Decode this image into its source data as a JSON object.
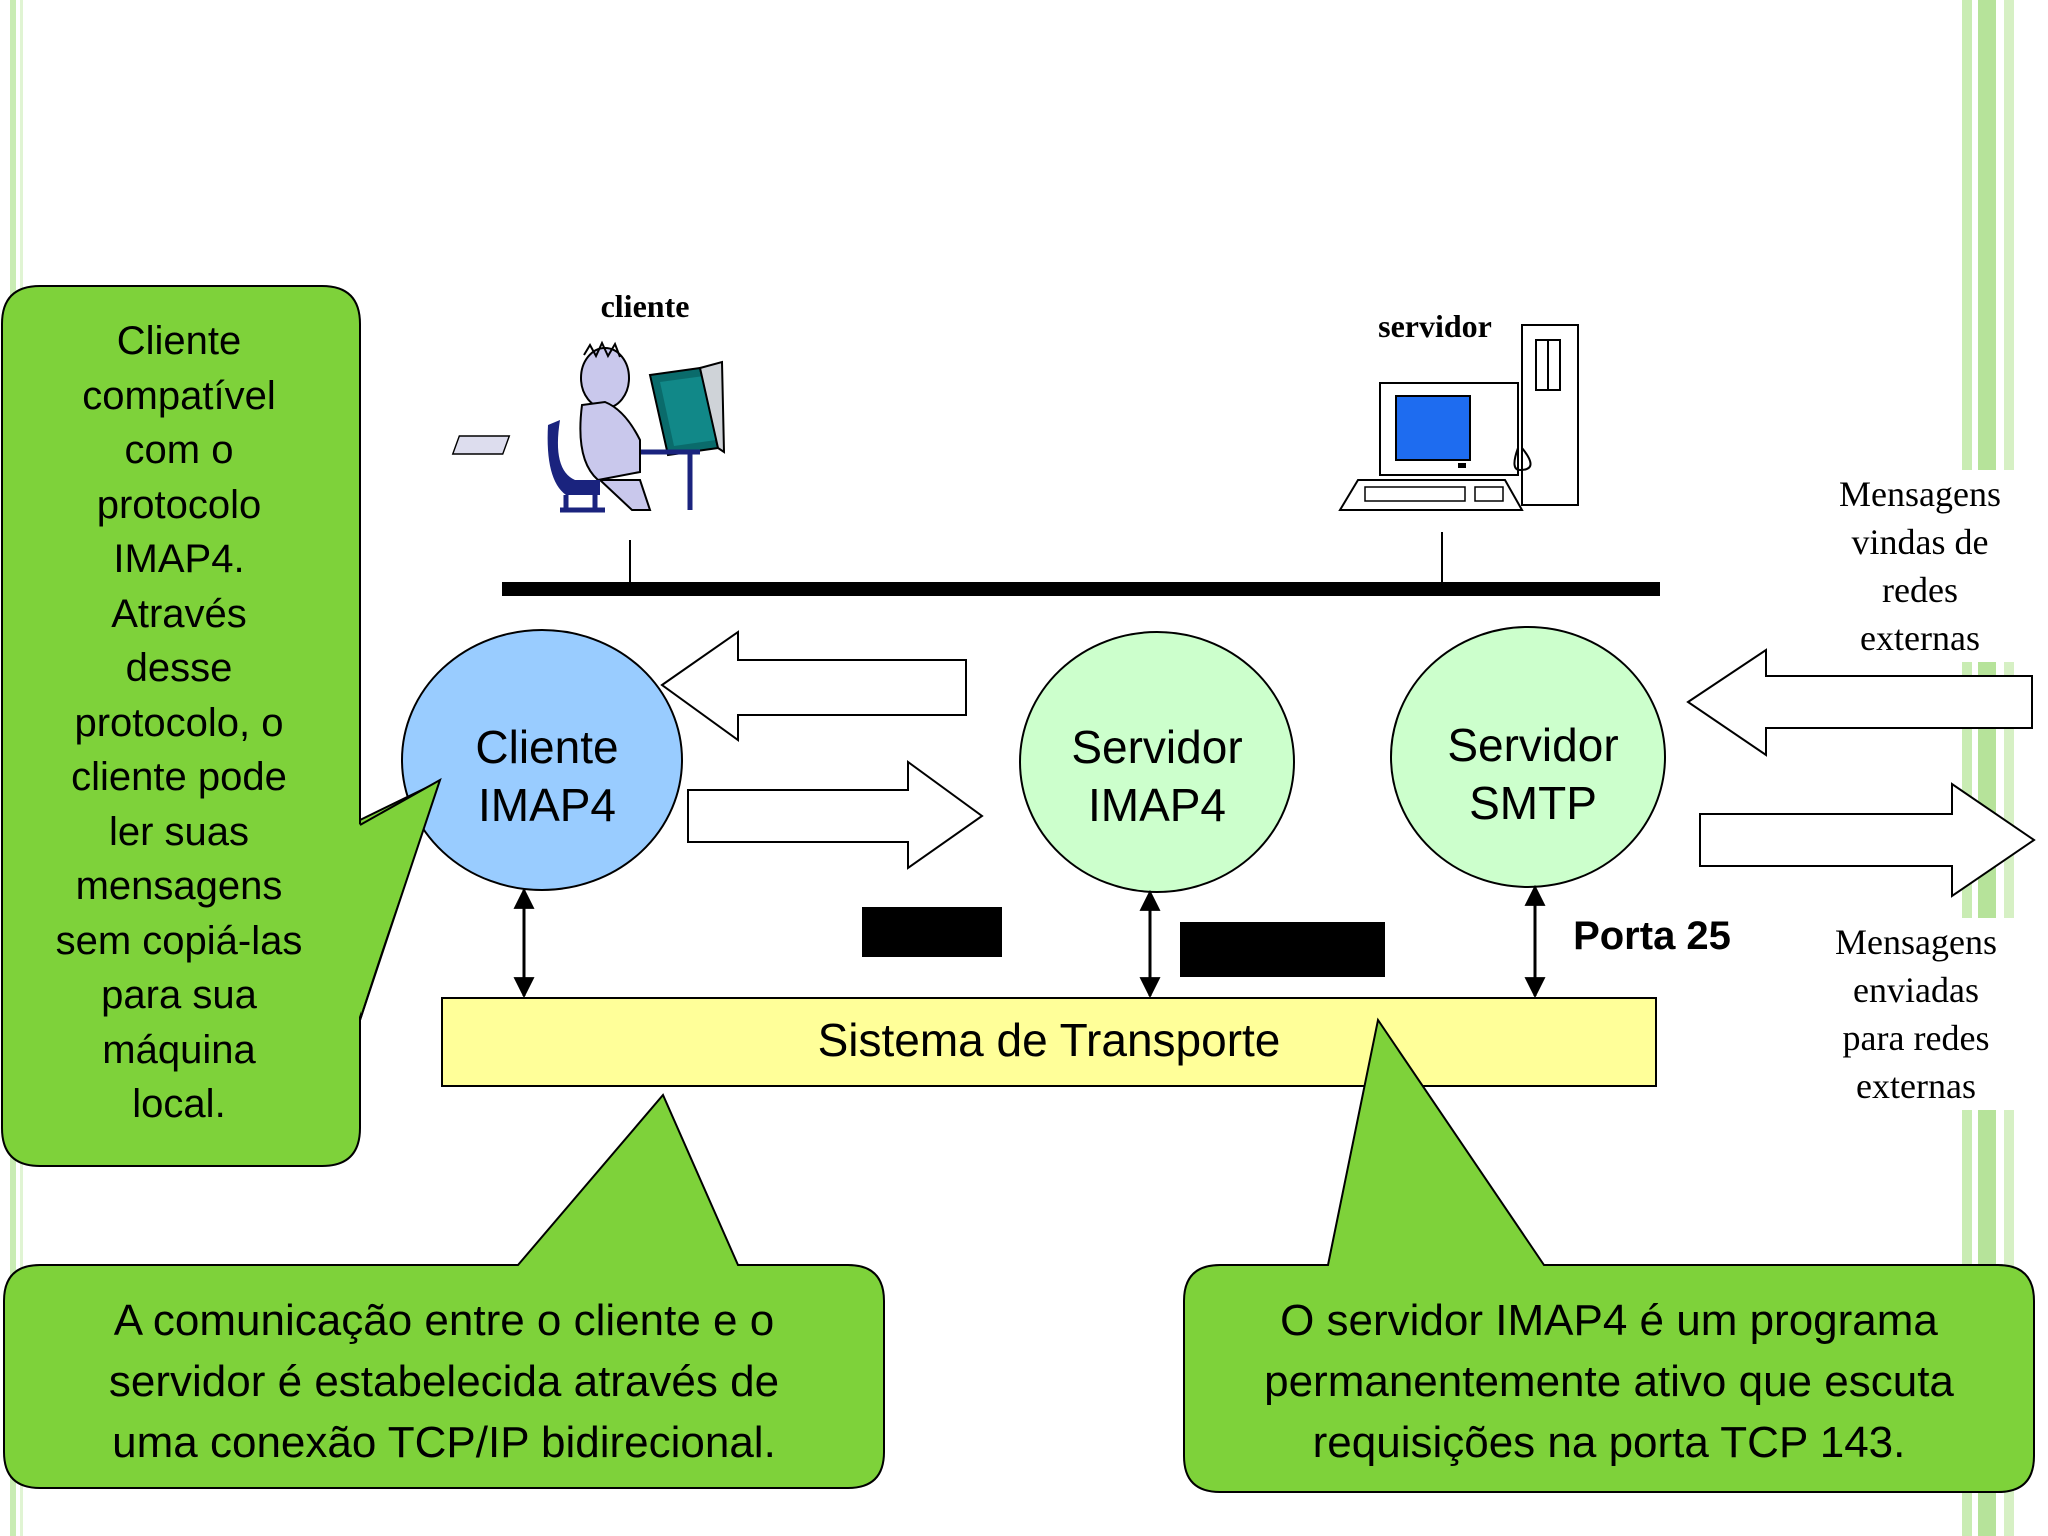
{
  "labels": {
    "cliente_caption": "cliente",
    "servidor_caption": "servidor",
    "cliente_imap4": [
      "Cliente",
      "IMAP4"
    ],
    "servidor_imap4": [
      "Servidor",
      "IMAP4"
    ],
    "servidor_smtp": [
      "Servidor",
      "SMTP"
    ],
    "porta25": "Porta 25",
    "transporte": "Sistema de Transporte",
    "msg_in": [
      "Mensagens",
      "vindas de",
      "redes",
      "externas"
    ],
    "msg_out": [
      "Mensagens",
      "enviadas",
      "para redes",
      "externas"
    ]
  },
  "callouts": {
    "left": [
      "Cliente",
      "compatível",
      "com o",
      "protocolo",
      "IMAP4.",
      "Através",
      "desse",
      "protocolo, o",
      "cliente pode",
      "ler suas",
      "mensagens",
      "sem copiá-las",
      "para sua",
      "máquina",
      "local."
    ],
    "bottom_left": [
      "A comunicação entre o cliente e o",
      "servidor é estabelecida através de",
      "uma conexão TCP/IP bidirecional."
    ],
    "bottom_right": [
      "O servidor IMAP4 é um programa",
      "permanentemente ativo que escuta",
      "requisições na porta TCP 143."
    ]
  },
  "colors": {
    "callout_green": "#7ed23a",
    "client_blue": "#99ccff",
    "server_green": "#ccffcc",
    "transport_yellow": "#ffff99",
    "stripe_green": "#b6e39a"
  }
}
